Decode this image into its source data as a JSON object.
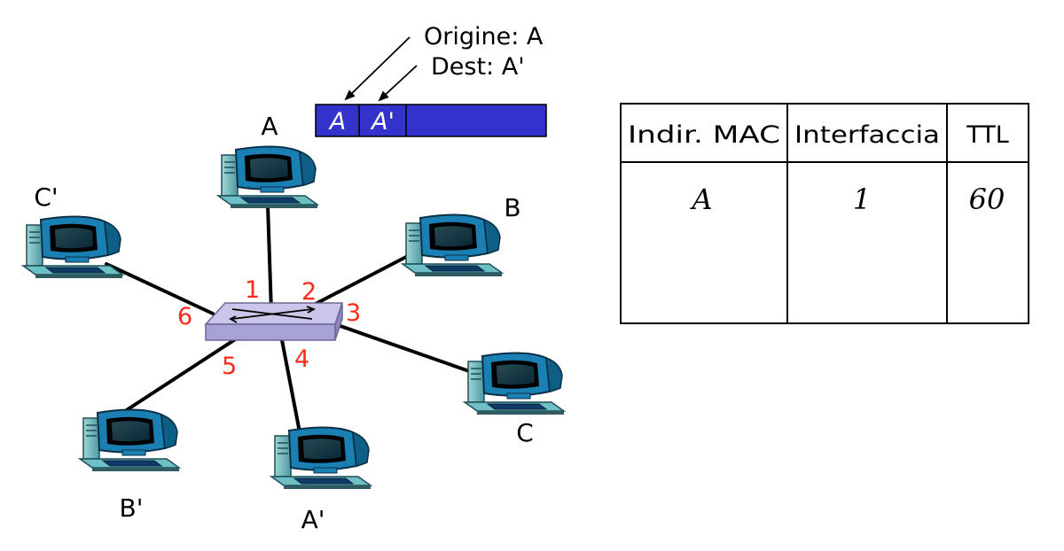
{
  "frame": {
    "origin_label": "Origine: A",
    "dest_label": "Dest: A'",
    "src_field": "A",
    "dst_field": "A'"
  },
  "hosts": {
    "A": "A",
    "B": "B",
    "C": "C",
    "A_prime": "A'",
    "B_prime": "B'",
    "C_prime": "C'"
  },
  "ports": {
    "p1": "1",
    "p2": "2",
    "p3": "3",
    "p4": "4",
    "p5": "5",
    "p6": "6"
  },
  "table": {
    "headers": [
      "Indir. MAC",
      "Interfaccia",
      "TTL"
    ],
    "rows": [
      [
        "A",
        "1",
        "60"
      ]
    ]
  },
  "colors": {
    "frame_fill": "#3333cc",
    "port_labels": "#ff2a1a",
    "switch_fill": "#a7a3d6"
  }
}
